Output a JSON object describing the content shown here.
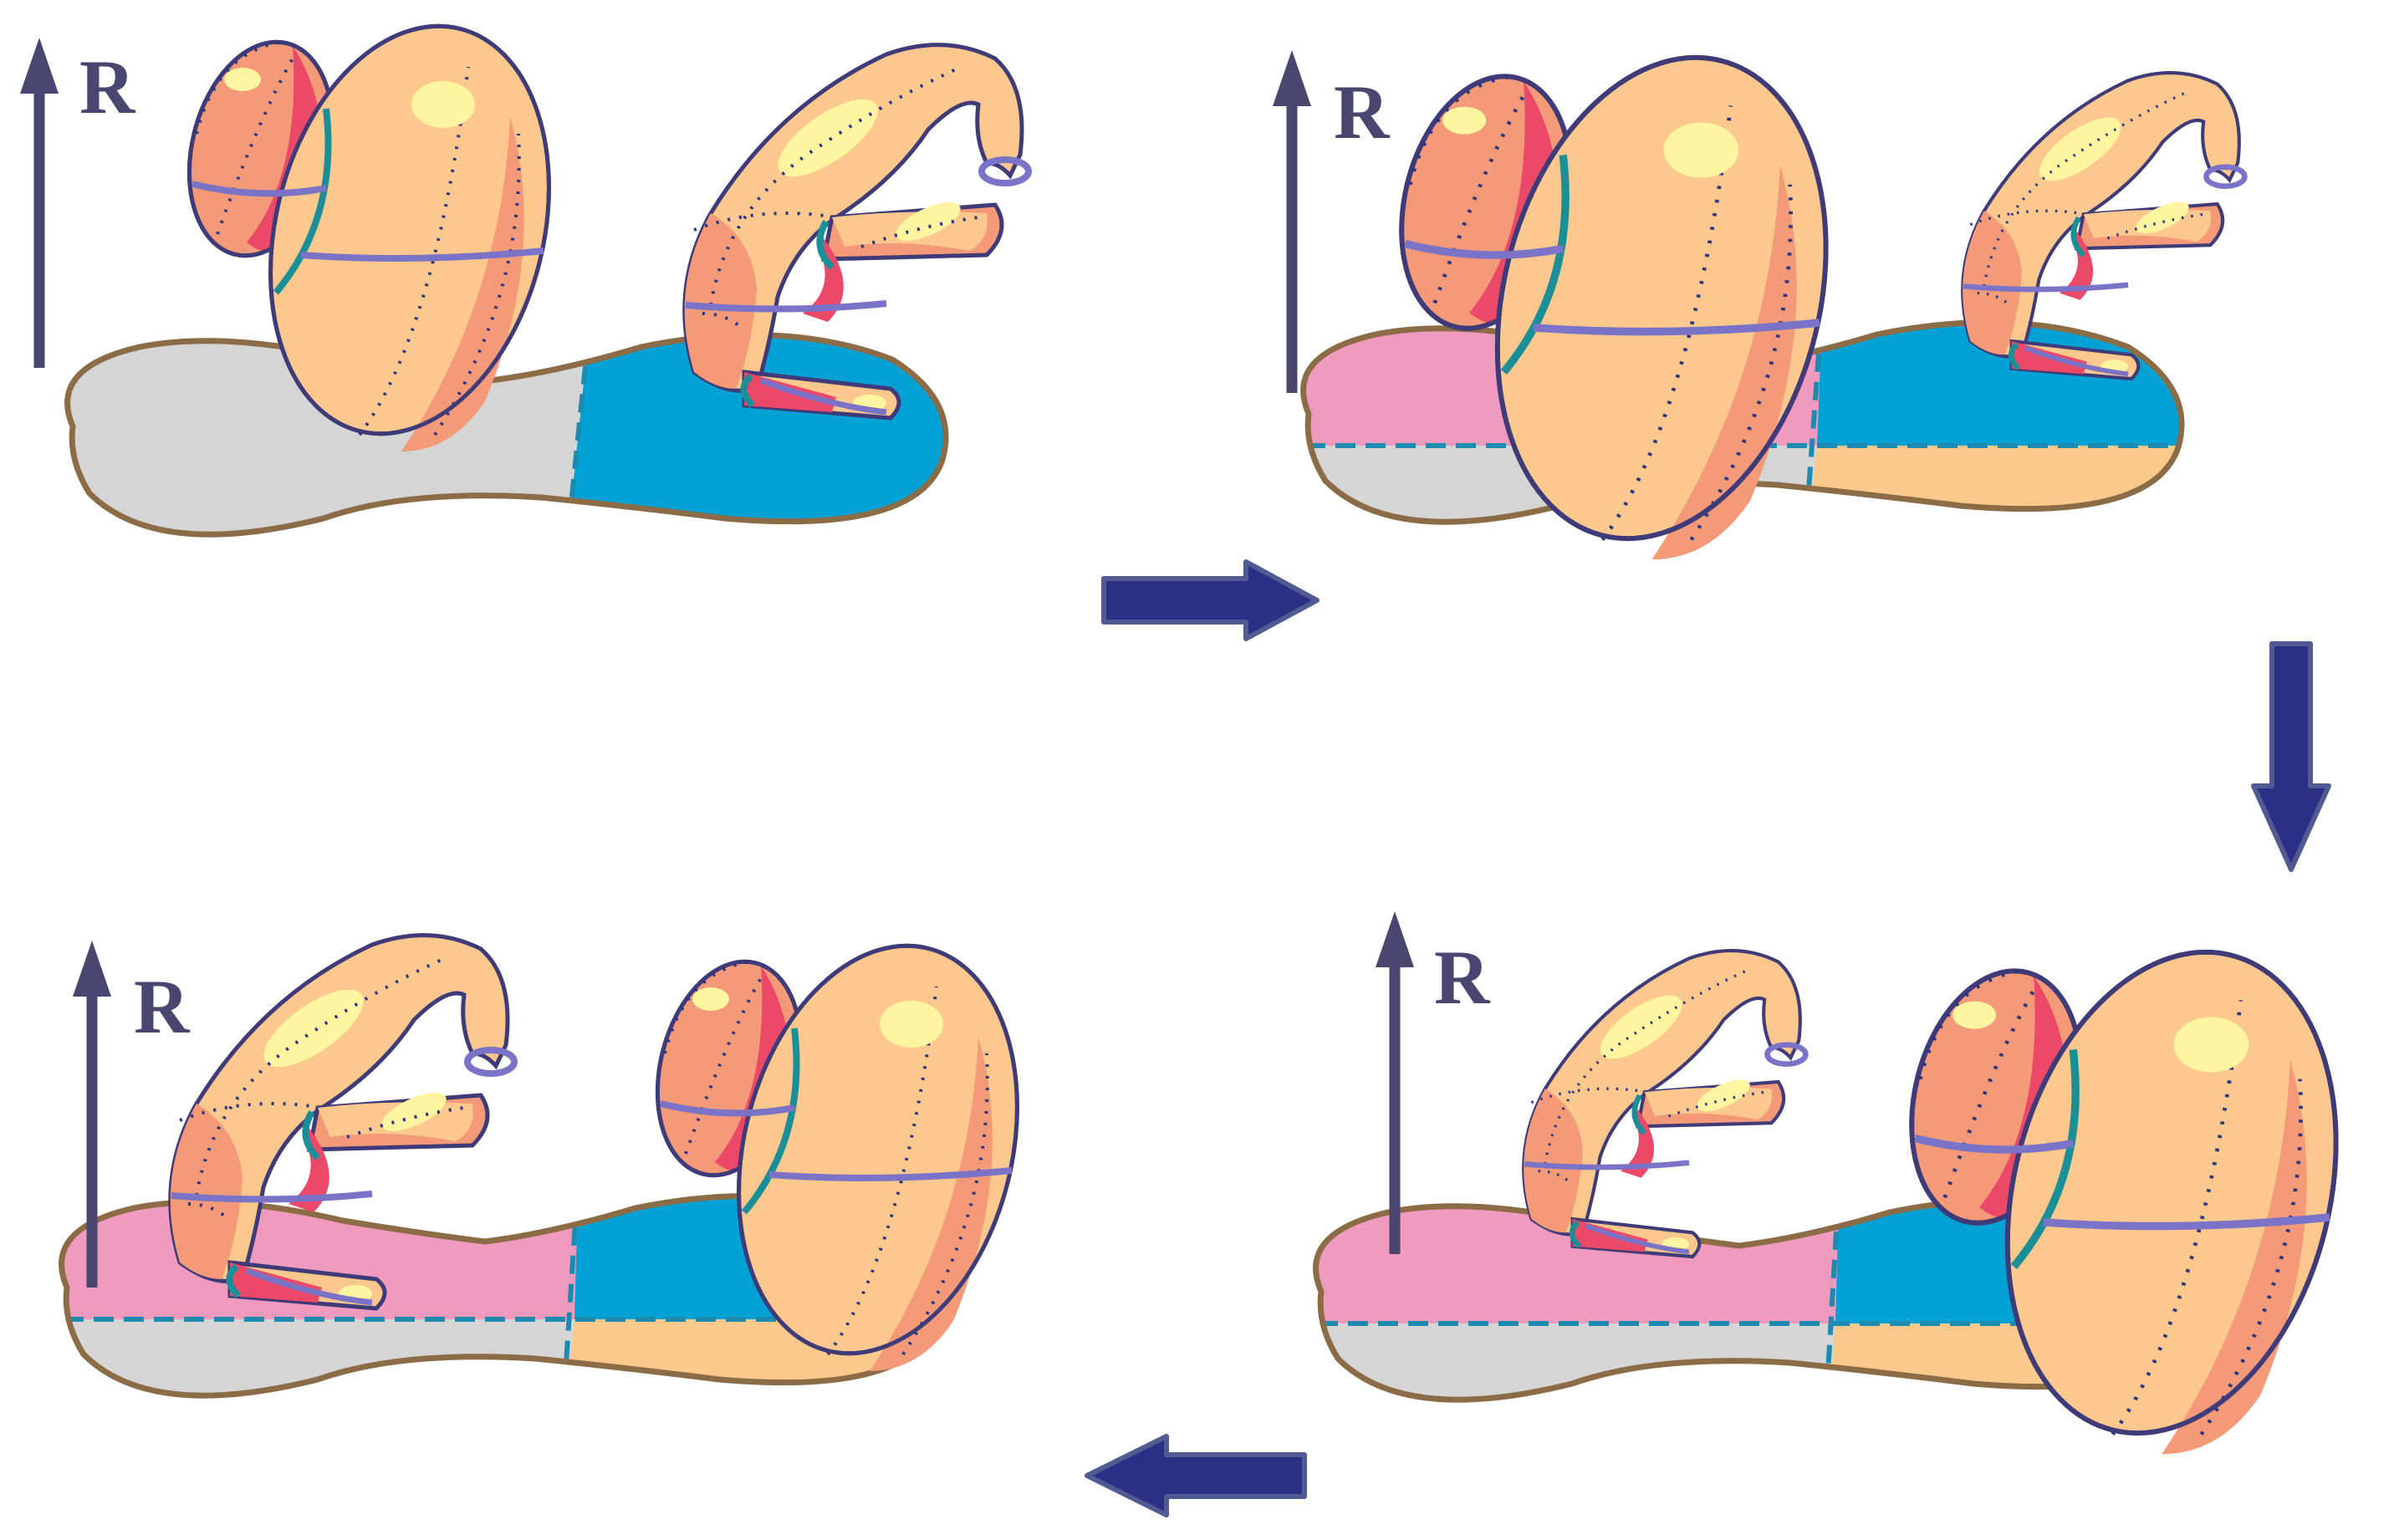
{
  "figure": {
    "panels": [
      {
        "id": "panel-1",
        "axis_label": "R",
        "plate_regions": [
          "gray",
          "blue"
        ]
      },
      {
        "id": "panel-2",
        "axis_label": "R",
        "plate_regions": [
          "pink",
          "blue",
          "gray",
          "tan"
        ]
      },
      {
        "id": "panel-3",
        "axis_label": "R",
        "plate_regions": [
          "pink",
          "blue",
          "gray",
          "tan"
        ]
      },
      {
        "id": "panel-4",
        "axis_label": "R",
        "plate_regions": [
          "pink",
          "blue",
          "gray",
          "tan"
        ]
      }
    ],
    "flow": [
      "right",
      "down",
      "left"
    ]
  },
  "colors": {
    "background": "#ffffff",
    "axis": "#4a4670",
    "flow_arrow": "#2b2f86",
    "flow_arrow_outline": "#525a92",
    "plate_outline": "#8c6c46",
    "gray_region": "#d5d5d5",
    "blue_region": "#00a2d6",
    "pink_region": "#f19abf",
    "tan_region": "#fbc98c",
    "divider": "#1d8ab0",
    "body_light": "#fcc88d",
    "body_mid": "#f49a78",
    "body_red": "#ec4868",
    "highlight": "#fff5a0",
    "outline": "#3f3a78",
    "band": "#7b73c8",
    "teal_rim": "#1b8f98",
    "dots": "#2c3580"
  }
}
